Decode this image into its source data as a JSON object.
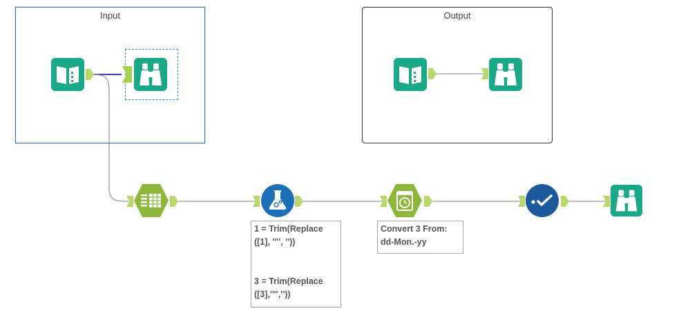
{
  "containers": {
    "input": {
      "title": "Input",
      "border_color": "#2a6fb5",
      "selected": true
    },
    "output": {
      "title": "Output",
      "border_color": "#333333",
      "selected": false
    }
  },
  "tools": {
    "input_data_1": {
      "icon": "book-icon",
      "color": "#1aa889"
    },
    "browse_1": {
      "icon": "binoculars-icon",
      "color": "#1aa889",
      "selected": true
    },
    "input_data_2": {
      "icon": "book-icon",
      "color": "#1aa889"
    },
    "browse_2": {
      "icon": "binoculars-icon",
      "color": "#1aa889"
    },
    "text_to_columns": {
      "icon": "text-to-columns-icon",
      "color": "#8db83d"
    },
    "multi_field_formula": {
      "icon": "flask-icon",
      "color": "#1d6fb8"
    },
    "datetime": {
      "icon": "clock-icon",
      "color": "#8db83d"
    },
    "select": {
      "icon": "checkmark-flow-icon",
      "color": "#1c5a9c"
    },
    "browse_3": {
      "icon": "binoculars-icon",
      "color": "#1aa889"
    }
  },
  "annotations": {
    "formula": "1 = Trim(Replace\n([1], '\"', ''))\n\n\n3 = Trim(Replace\n([3],'\"',''))",
    "datetime": "Convert 3 From:\ndd-Mon.-yy"
  },
  "colors": {
    "anchor": "#b7d96b",
    "connection": "#999999",
    "selected_connection": "#3f3fd8"
  }
}
